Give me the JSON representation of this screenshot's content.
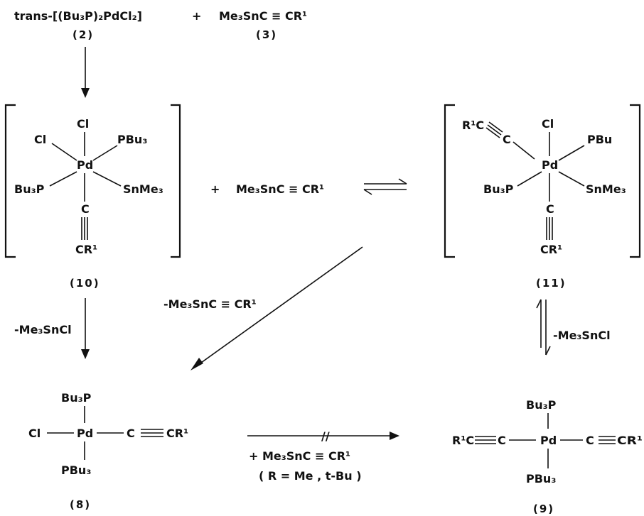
{
  "ligands": {
    "pbu3": "PBu₃",
    "bu3p": "Bu₃P",
    "pbu": "PBu",
    "snme3": "SnMe₃",
    "cl": "Cl",
    "pd": "Pd",
    "c": "C",
    "cr1": "CR¹",
    "r1c": "R¹C"
  },
  "reagents": {
    "starting_complex": "trans-[(Bu₃P)₂PdCl₂]",
    "plus": "+",
    "stannane": "Me₃SnC ≡ CR¹",
    "minus_stannane": "-Me₃SnC ≡ CR¹",
    "minus_me3sncl": "-Me₃SnCl",
    "plus_stannane": "+ Me₃SnC ≡ CR¹",
    "condition": "( R = Me , t-Bu )",
    "triple": "≡",
    "dash": "—",
    "blocked_mark": "//"
  },
  "compounds": {
    "c2": "(2)",
    "c3": "(3)",
    "c10": "(10)",
    "c11": "(11)",
    "c8": "(8)",
    "c9": "(9)"
  }
}
